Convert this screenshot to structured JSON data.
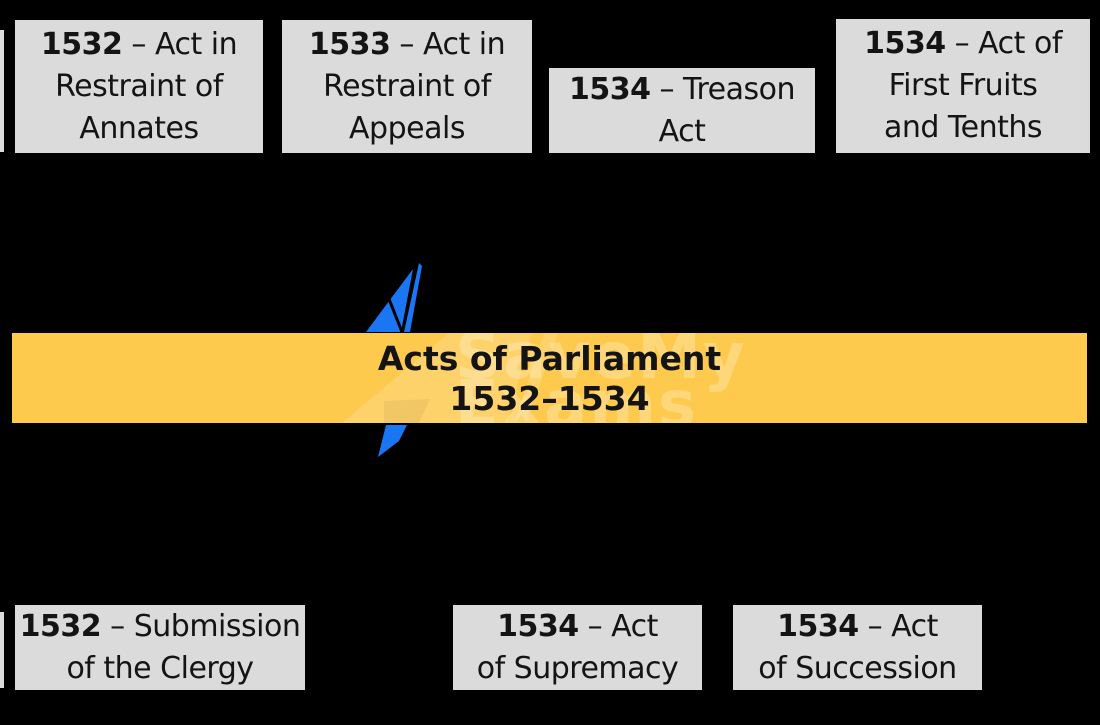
{
  "diagram_title": "Acts of Parliament 1532–1534",
  "colors": {
    "background": "#000000",
    "box_fill": "#dbdbdb",
    "box_text": "#141414",
    "banner_fill": "#fdca4e",
    "banner_text": "#141414",
    "bolt_blue": "#1b76f3",
    "watermark_tint": "rgba(255,255,255,0.25)",
    "ghost_tint": "rgba(255,255,255,0.16)"
  },
  "banner": {
    "line1": "Acts of Parliament",
    "line2": "1532–1534"
  },
  "watermark": {
    "line1": "SaveMy",
    "line2": "Exams"
  },
  "boxes": {
    "top-1": {
      "lines": [
        [
          "1532",
          " – Act in"
        ],
        [
          "",
          "Restraint of"
        ],
        [
          "",
          "Annates"
        ]
      ]
    },
    "top-2": {
      "lines": [
        [
          "1533",
          " – Act in"
        ],
        [
          "",
          "Restraint of"
        ],
        [
          "",
          "Appeals"
        ]
      ]
    },
    "top-3": {
      "lines": [
        [
          "1534",
          " – Treason"
        ],
        [
          "",
          "Act"
        ]
      ]
    },
    "top-4": {
      "lines": [
        [
          "1534",
          " – Act of"
        ],
        [
          "",
          "First Fruits"
        ],
        [
          "",
          "and Tenths"
        ]
      ]
    },
    "bottom-1": {
      "lines": [
        [
          "1532",
          " – Submission"
        ],
        [
          "",
          "of the Clergy"
        ]
      ]
    },
    "bottom-2": {
      "lines": [
        [
          "1534",
          " – Act"
        ],
        [
          "",
          "of Supremacy"
        ]
      ]
    },
    "bottom-3": {
      "lines": [
        [
          "1534",
          " – Act"
        ],
        [
          "",
          "of Succession"
        ]
      ]
    }
  }
}
